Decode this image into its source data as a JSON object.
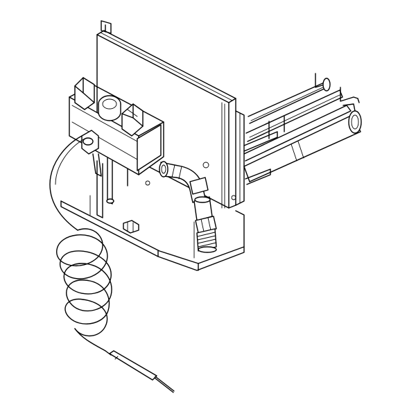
{
  "image": {
    "kind": "line-drawing",
    "subject": "gas-valve-burner-assembly",
    "background_color": "#ffffff",
    "stroke_color": "#000000"
  },
  "components": [
    {
      "id": "back-panel",
      "icon": "rect-panel"
    },
    {
      "id": "gas-control-valve",
      "icon": "valve-body"
    },
    {
      "id": "control-knob",
      "icon": "round-knob"
    },
    {
      "id": "elbow-pipe",
      "icon": "pipe-elbow"
    },
    {
      "id": "threaded-inlet-fitting",
      "icon": "threaded-fitting"
    },
    {
      "id": "burner-tubes",
      "icon": "tube-rack"
    },
    {
      "id": "capillary-coil",
      "icon": "coil"
    },
    {
      "id": "thermostat-bulb-probe",
      "icon": "probe"
    }
  ]
}
